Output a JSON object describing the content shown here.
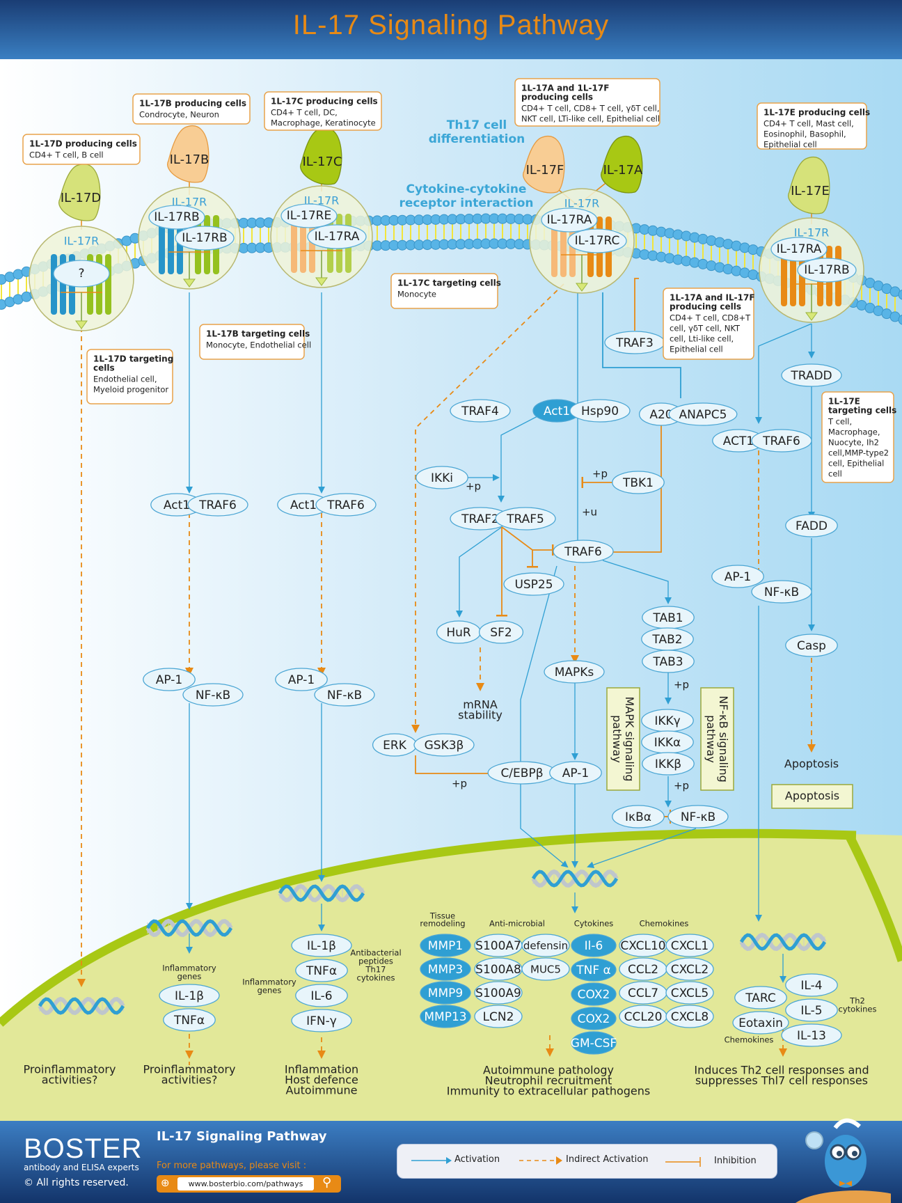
{
  "title": "IL-17 Signaling Pathway",
  "colors": {
    "header_text": "#e88a15",
    "activation": "#2f9fd3",
    "indirect": "#e88a15",
    "inhibition": "#e88a15",
    "nucleus": "#e2e899",
    "nucleus_border": "#a8c814",
    "node_fill": "#e8f5fb",
    "node_dark": "#2f9fd3"
  },
  "section_labels": {
    "th17": [
      "Th17 cell",
      "differentiation"
    ],
    "cytokine": [
      "Cytokine-cytokine",
      "receptor interaction"
    ]
  },
  "info_boxes": {
    "d_prod": {
      "title": "1L-17D producing cells",
      "lines": [
        "CD4+ T cell, B cell"
      ]
    },
    "b_prod": {
      "title": "1L-17B producing cells",
      "lines": [
        "Condrocyte, Neuron"
      ]
    },
    "c_prod": {
      "title": "1L-17C producing cells",
      "lines": [
        "CD4+ T cell, DC,",
        "Macrophage, Keratinocyte"
      ]
    },
    "af_prod": {
      "title": [
        "1L-17A and 1L-17F",
        "producing cells"
      ],
      "lines": [
        "CD4+ T cell, CD8+ T cell, γδT cell,",
        "NKT cell, LTi-like cell, Epithelial cell"
      ]
    },
    "e_prod": {
      "title": "1L-17E producing cells",
      "lines": [
        "CD4+ T cell, Mast cell,",
        "Eosinophil, Basophil,",
        "Epithelial cell"
      ]
    },
    "d_target": {
      "title": [
        "1L-17D targeting",
        "cells"
      ],
      "lines": [
        "Endothelial cell,",
        "Myeloid progenitor"
      ]
    },
    "b_target": {
      "title": "1L-17B targeting cells",
      "lines": [
        "Monocyte, Endothelial cell"
      ]
    },
    "c_target": {
      "title": "1L-17C targeting cells",
      "lines": [
        "Monocyte"
      ]
    },
    "af_target": {
      "title": [
        "1L-17A and IL-17F",
        "producing cells"
      ],
      "lines": [
        "CD4+ T cell, CD8+T",
        "cell,  γδT cell, NKT",
        "cell, Lti-like cell,",
        "Epithelial cell"
      ]
    },
    "e_target": {
      "title": [
        "1L-17E",
        "targeting cells"
      ],
      "lines": [
        "T cell,",
        "Macrophage,",
        "Nuocyte, Ih2",
        "cell,MMP-type2",
        "cell,  Epithelial",
        "cell"
      ]
    }
  },
  "ligands": {
    "d": "IL-17D",
    "b": "IL-17B",
    "c": "IL-17C",
    "f": "IL-17F",
    "a": "IL-17A",
    "e": "IL-17E"
  },
  "receptors": {
    "label": "IL-17R",
    "d": [
      "?"
    ],
    "b": [
      "IL-17RB",
      "IL-17RB"
    ],
    "c": [
      "IL-17RE",
      "IL-17RA"
    ],
    "af": [
      "IL-17RA",
      "IL-17RC"
    ],
    "e": [
      "IL-17RA",
      "IL-17RB"
    ]
  },
  "nodes": {
    "b_act1": "Act1",
    "b_traf6": "TRAF6",
    "b_ap1": "AP-1",
    "b_nfkb": "NF-κB",
    "c_act1": "Act1",
    "c_traf6": "TRAF6",
    "c_ap1": "AP-1",
    "c_nfkb": "NF-κB",
    "traf3": "TRAF3",
    "traf4": "TRAF4",
    "act1": "Act1",
    "hsp90": "Hsp90",
    "a20": "A20",
    "anapc5": "ANAPC5",
    "ikki": "IKKi",
    "tbk1": "TBK1",
    "traf2": "TRAF2",
    "traf5": "TRAF5",
    "traf6": "TRAF6",
    "usp25": "USP25",
    "hur": "HuR",
    "sf2": "SF2",
    "mapks": "MAPKs",
    "erk": "ERK",
    "gsk3b": "GSK3β",
    "cebpb": "C/EBPβ",
    "ap1": "AP-1",
    "tab1": "TAB1",
    "tab2": "TAB2",
    "tab3": "TAB3",
    "ikkg": "IKKγ",
    "ikka": "IKKα",
    "ikkb": "IKKβ",
    "ikba": "IκBα",
    "nfkb": "NF-κB",
    "e_act1": "ACT1",
    "e_traf6": "TRAF6",
    "e_ap1": "AP-1",
    "e_nfkb": "NF-κB",
    "tradd": "TRADD",
    "fadd": "FADD",
    "casp": "Casp"
  },
  "modifiers": {
    "p": "+p",
    "u": "+u"
  },
  "mrna_stability": [
    "mRNA",
    "stability"
  ],
  "pathway_boxes": {
    "mapk": [
      "MAPK signaling",
      "pathway"
    ],
    "nfkb": [
      "NF-κB signaling",
      "pathway"
    ],
    "apoptosis": "Apoptosis"
  },
  "apoptosis_text": "Apoptosis",
  "genes": {
    "b_header": [
      "Inflammatory",
      "genes"
    ],
    "b": [
      "IL-1β",
      "TNFα"
    ],
    "c_header_left": [
      "Inflammatory",
      "genes"
    ],
    "c_header_right": [
      "Antibacterial",
      "peptides",
      "Th17",
      "cytokines"
    ],
    "c": [
      "IL-1β",
      "TNFα",
      "IL-6",
      "IFN-γ"
    ],
    "af_headers": {
      "tissue": [
        "Tissue",
        "remodeling"
      ],
      "anti": "Anti-microbial",
      "cyto": "Cytokines",
      "chemo": "Chemokines"
    },
    "tissue": [
      "MMP1",
      "MMP3",
      "MMP9",
      "MMP13"
    ],
    "anti_left": [
      "S100A7",
      "S100A8",
      "S100A9",
      "LCN2"
    ],
    "anti_right": [
      "defensin",
      "MUC5"
    ],
    "cytokines": [
      "Il-6",
      "TNF α",
      "COX2",
      "COX2",
      "GM-CSF"
    ],
    "chemo_left": [
      "CXCL10",
      "CCL2",
      "CCL7",
      "CCL20"
    ],
    "chemo_right": [
      "CXCL1",
      "CXCL2",
      "CXCL5",
      "CXCL8"
    ],
    "e_left": [
      "TARC",
      "Eotaxin"
    ],
    "e_left_label": "Chemokines",
    "e_right": [
      "IL-4",
      "IL-5",
      "IL-13"
    ],
    "e_right_label": [
      "Th2",
      "cytokines"
    ]
  },
  "outcomes": {
    "d": [
      "Proinflammatory",
      "activities?"
    ],
    "b": [
      "Proinflammatory",
      "activities?"
    ],
    "c": [
      "Inflammation",
      "Host defence",
      "Autoimmune"
    ],
    "af": [
      "Autoimmune pathology",
      "Neutrophil recruitment",
      "Immunity to extracellular pathogens"
    ],
    "e": [
      "Induces Th2 cell responses and",
      "suppresses Thl7 cell responses"
    ]
  },
  "footer": {
    "brand": "BOSTER",
    "tagline": "antibody and ELISA experts",
    "copyright": "© All rights reserved.",
    "title": "IL-17 Signaling Pathway",
    "visit": "For more pathways, please visit :",
    "url": "www.bosterbio.com/pathways"
  },
  "legend": {
    "activation": "Activation",
    "indirect": "Indirect Activation",
    "inhibition": "Inhibition"
  }
}
